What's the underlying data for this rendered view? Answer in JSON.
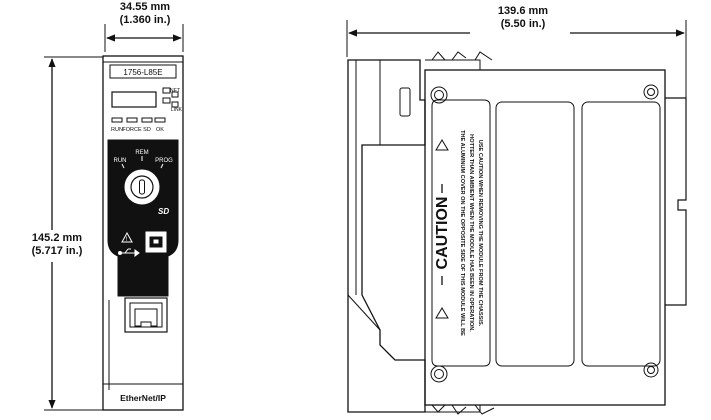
{
  "front_view": {
    "width_mm": "34.55 mm",
    "width_in": "(1.360 in.)",
    "height_mm": "145.2 mm",
    "height_in": "(5.717 in.)",
    "model_label": "1756-L85E",
    "led_labels": [
      "RUN",
      "FORCE",
      "SD",
      "OK"
    ],
    "side_led_labels": [
      "NET",
      "LINK"
    ],
    "key_labels": {
      "run": "RUN",
      "rem": "REM",
      "prog": "PROG"
    },
    "network_label": "EtherNet/IP"
  },
  "side_view": {
    "depth_mm": "139.6 mm",
    "depth_in": "(5.50 in.)",
    "caution_title": "CAUTION",
    "caution_lines": [
      "THE ALUMINUM COVER ON THE OPPOSITE SIDE OF THIS MODULE WILL BE",
      "HOTTER THAN AMBIENT WHEN THE MODULE HAS BEEN IN OPERATION.",
      "USE CAUTION WHEN REMOVING THE MODULE FROM THE CHASSIS."
    ]
  },
  "colors": {
    "line": "#111111",
    "panel_dark": "#111111",
    "screen": "#ffffff"
  }
}
